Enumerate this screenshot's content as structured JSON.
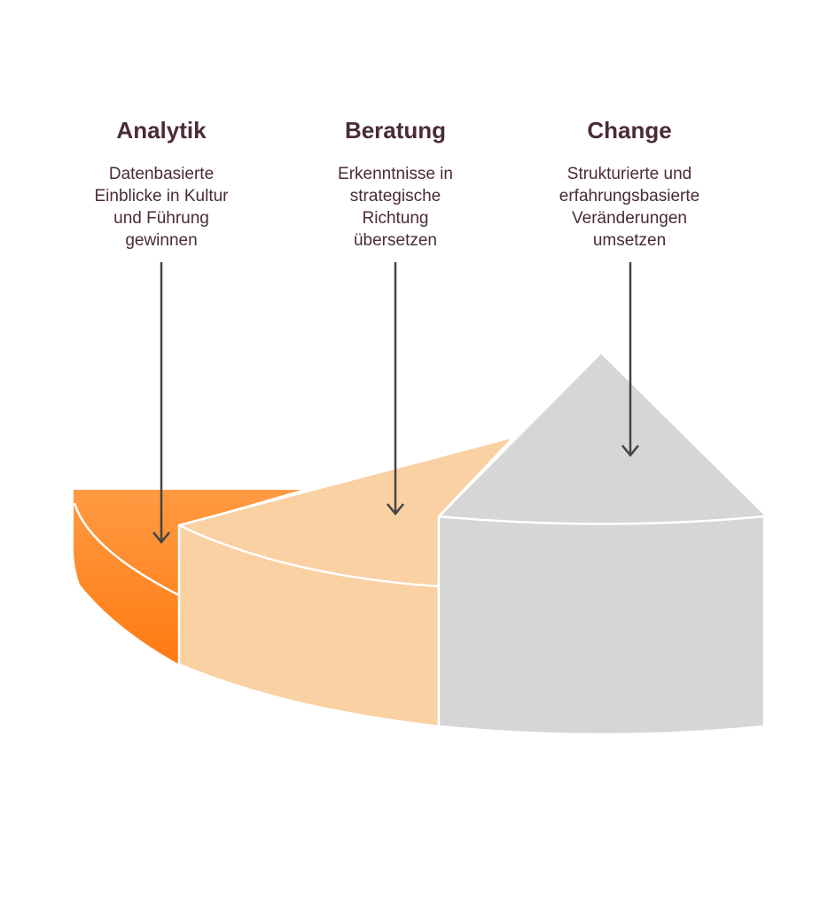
{
  "colors": {
    "analytik": "#ff8a24",
    "beratung": "#f9d1a2",
    "change": "#d6d6d6",
    "text": "#4a2b37",
    "arrow": "#444444"
  },
  "items": [
    {
      "title": "Analytik",
      "lines": [
        "Datenbasierte",
        "Einblicke in Kultur",
        "und Führung",
        "gewinnen"
      ]
    },
    {
      "title": "Beratung",
      "lines": [
        "Erkenntnisse in",
        "strategische",
        "Richtung",
        "übersetzen"
      ]
    },
    {
      "title": "Change",
      "lines": [
        "Strukturierte und",
        "erfahrungsbasierte",
        "Veränderungen",
        "umsetzen"
      ]
    }
  ]
}
